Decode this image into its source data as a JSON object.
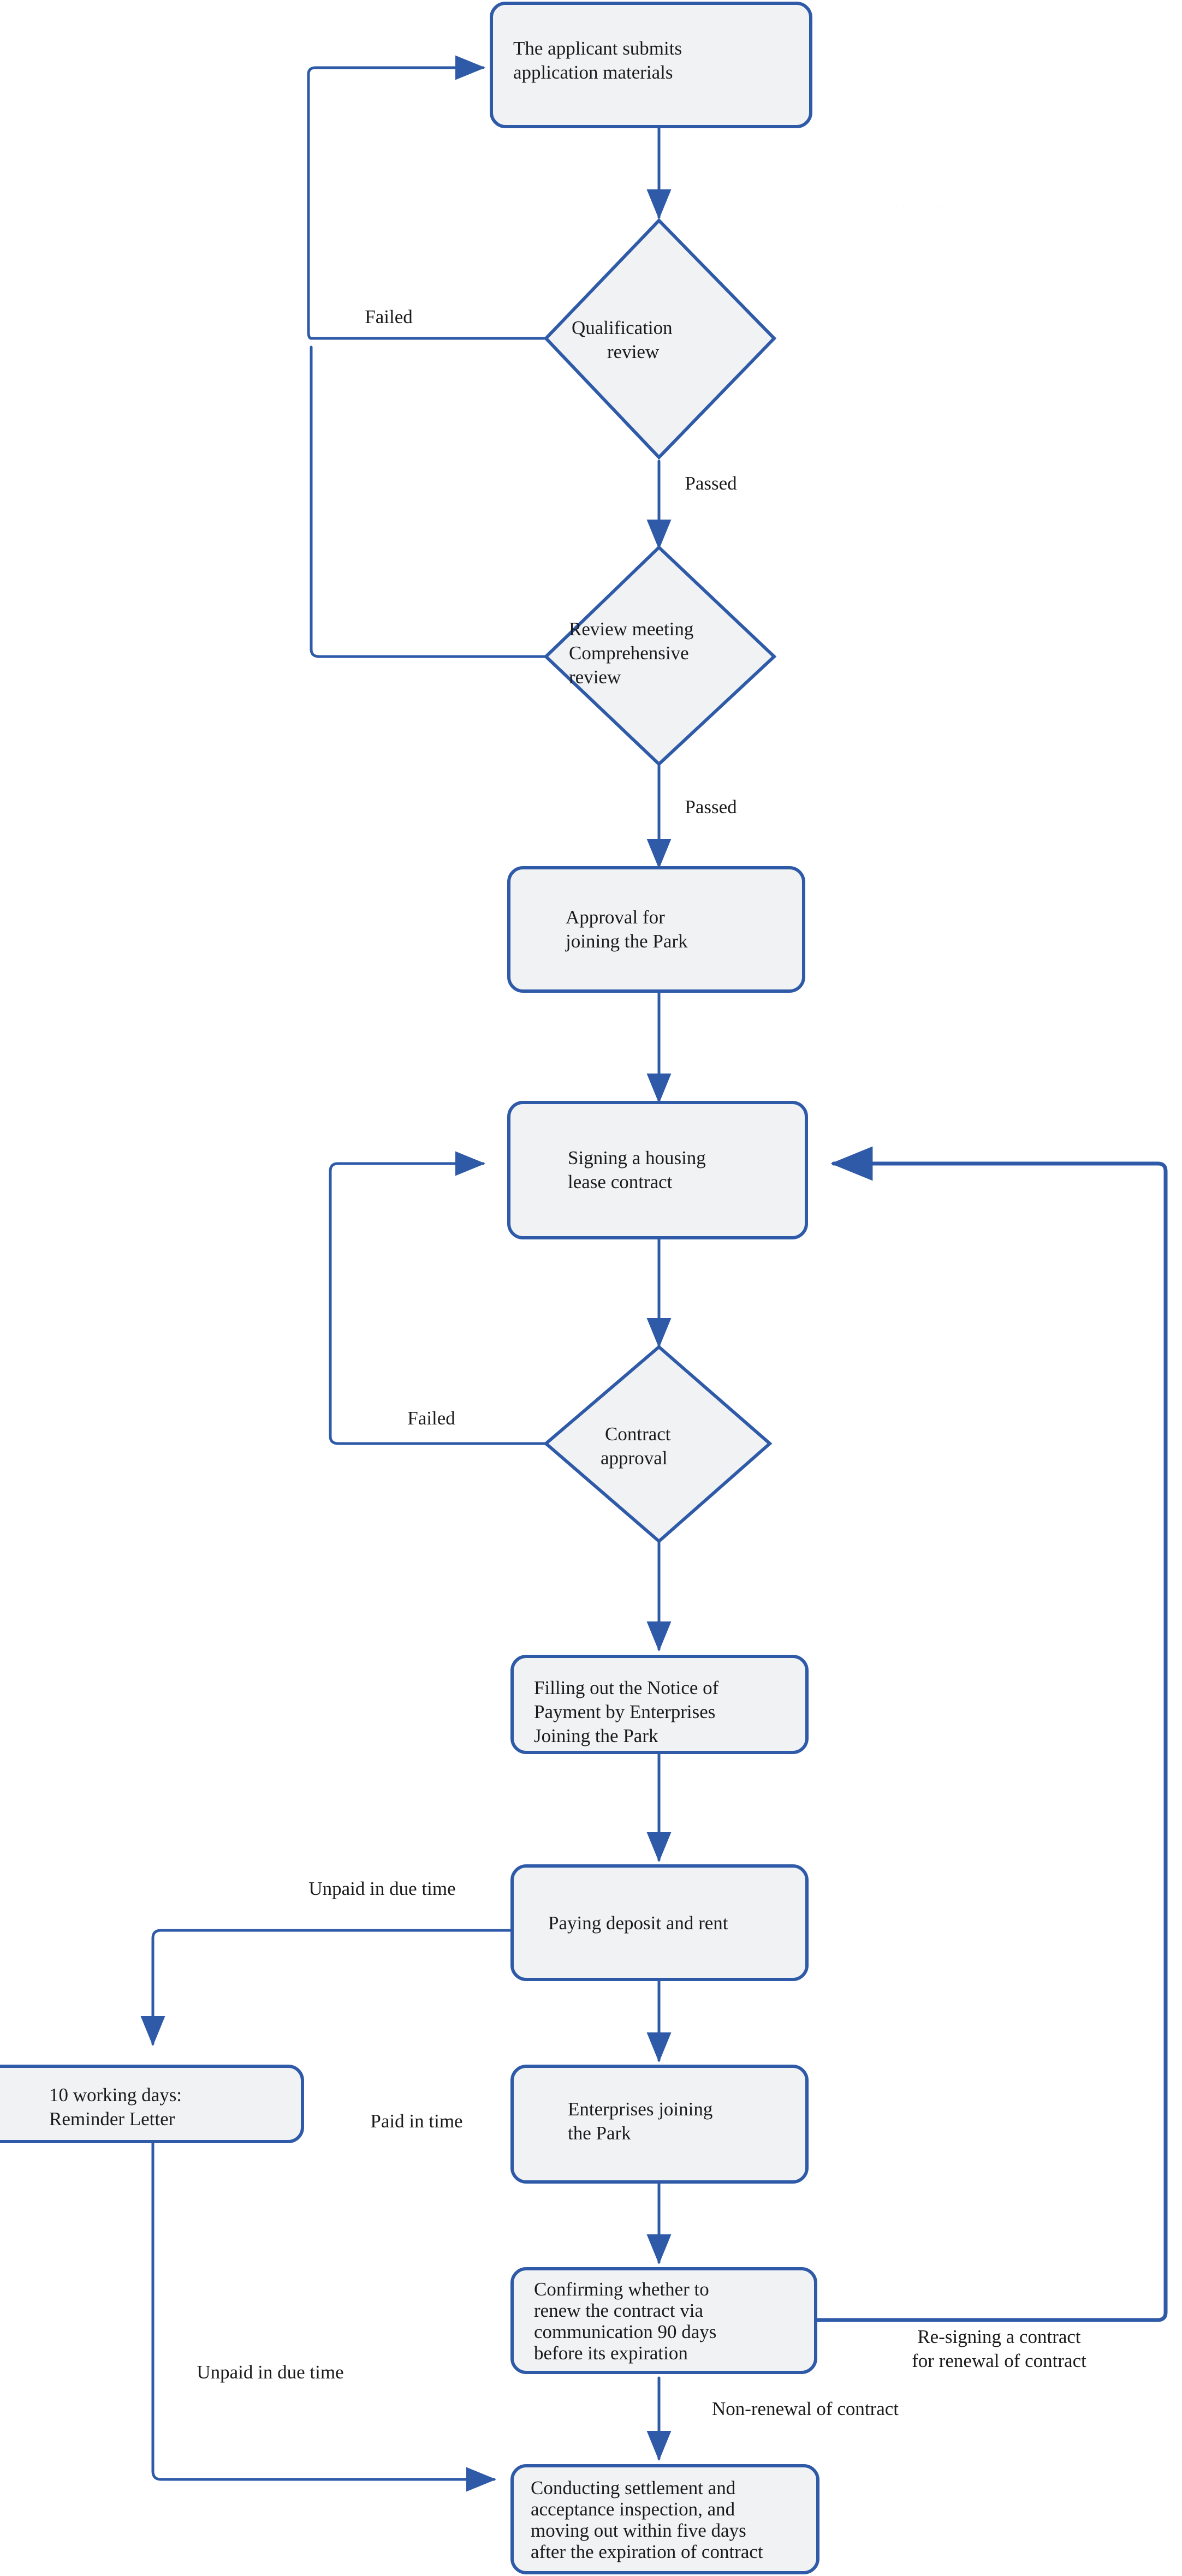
{
  "diagram": {
    "title": "Enterprise Park Joining and Lease Process Flowchart",
    "colors": {
      "line": "#2e5aa8",
      "node_fill": "#f0f2f4",
      "node_stroke": "#2e5aa8",
      "text": "#1b1b1b",
      "background": "#ffffff"
    },
    "nodes": [
      {
        "id": "submit",
        "shape": "rounded-rect",
        "lines": [
          "The applicant submits",
          "application materials"
        ]
      },
      {
        "id": "qualification",
        "shape": "diamond",
        "lines": [
          "Qualification",
          "review"
        ]
      },
      {
        "id": "review-meeting",
        "shape": "diamond",
        "lines": [
          "Review meeting",
          "Comprehensive",
          "review"
        ]
      },
      {
        "id": "approval-join",
        "shape": "rounded-rect",
        "lines": [
          "Approval for",
          "joining the Park"
        ]
      },
      {
        "id": "signing-lease",
        "shape": "rounded-rect",
        "lines": [
          "Signing a housing",
          "lease contract"
        ]
      },
      {
        "id": "contract-approval",
        "shape": "diamond",
        "lines": [
          "Contract",
          "approval"
        ]
      },
      {
        "id": "notice-payment",
        "shape": "rounded-rect",
        "lines": [
          "Filling out the Notice of",
          "Payment by Enterprises",
          "Joining the Park"
        ]
      },
      {
        "id": "paying",
        "shape": "rounded-rect",
        "lines": [
          "Paying deposit and rent"
        ]
      },
      {
        "id": "reminder",
        "shape": "rounded-rect",
        "lines": [
          "10 working days:",
          "Reminder Letter"
        ]
      },
      {
        "id": "enterprises-join",
        "shape": "rounded-rect",
        "lines": [
          "Enterprises joining",
          "the Park"
        ]
      },
      {
        "id": "confirm-renew",
        "shape": "rounded-rect",
        "lines": [
          "Confirming whether to",
          "renew the contract via",
          "communication 90 days",
          "before its expiration"
        ]
      },
      {
        "id": "settlement",
        "shape": "rounded-rect",
        "lines": [
          "Conducting settlement and",
          "acceptance inspection, and",
          "moving out within five days",
          "after the expiration of contract"
        ]
      }
    ],
    "edge_labels": {
      "failed_qualification": "Failed",
      "passed_qualification": "Passed",
      "failed_review_meeting": "",
      "passed_review_meeting": "Passed",
      "failed_contract": "Failed",
      "unpaid_top": "Unpaid in due time",
      "paid_in_time": "Paid in time",
      "unpaid_bottom": "Unpaid in due time",
      "renewal": [
        "Re-signing a contract",
        "for renewal of contract"
      ],
      "non_renewal": "Non-renewal of contract"
    }
  }
}
